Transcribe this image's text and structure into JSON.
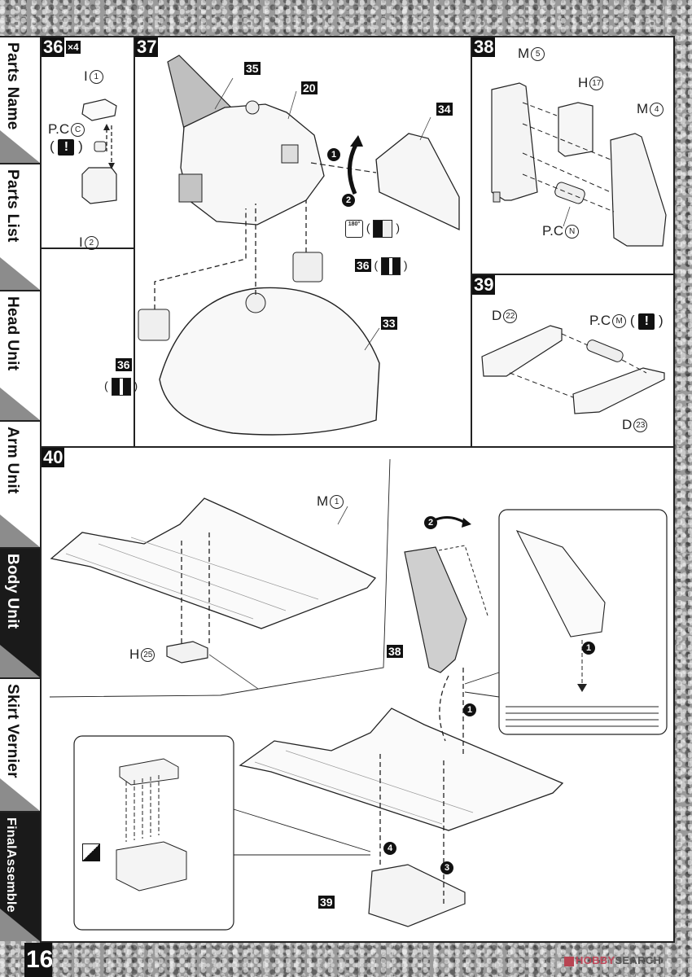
{
  "sidebar_tabs": [
    {
      "label": "Parts Name",
      "active": false
    },
    {
      "label": "Parts List",
      "active": false
    },
    {
      "label": "Head Unit",
      "active": false
    },
    {
      "label": "Arm Unit",
      "active": false
    },
    {
      "label": "Body Unit",
      "active": true
    },
    {
      "label": "Skirt Vernier",
      "active": false
    },
    {
      "label": "FinalAssemble",
      "active": true
    }
  ],
  "steps": {
    "s36": {
      "number": "36",
      "quantity": "×4",
      "parts": [
        {
          "runner": "I",
          "num": "1"
        },
        {
          "runner": "P.C",
          "num": "C"
        },
        {
          "runner": "I",
          "num": "2"
        }
      ],
      "warning_icon": "!"
    },
    "s37": {
      "number": "37",
      "callouts": [
        "35",
        "20",
        "34",
        "33"
      ],
      "step_markers": [
        "1",
        "2"
      ],
      "rotate_label": "180°",
      "ref_36_a": "36",
      "ref_36_b": "36"
    },
    "s38": {
      "number": "38",
      "parts": [
        {
          "runner": "M",
          "num": "5"
        },
        {
          "runner": "H",
          "num": "17"
        },
        {
          "runner": "M",
          "num": "4"
        },
        {
          "runner": "P.C",
          "num": "N"
        }
      ]
    },
    "s39": {
      "number": "39",
      "parts": [
        {
          "runner": "D",
          "num": "22"
        },
        {
          "runner": "P.C",
          "num": "M"
        },
        {
          "runner": "D",
          "num": "23"
        }
      ],
      "warning_icon": "!"
    },
    "s40": {
      "number": "40",
      "parts": [
        {
          "runner": "M",
          "num": "1"
        },
        {
          "runner": "H",
          "num": "25"
        }
      ],
      "callouts": [
        "38",
        "39"
      ],
      "step_markers": [
        "2",
        "1",
        "1",
        "4",
        "3"
      ]
    }
  },
  "footer": {
    "page_number": "16",
    "brand_a": "HOBBY",
    "brand_b": "SEARCH"
  }
}
